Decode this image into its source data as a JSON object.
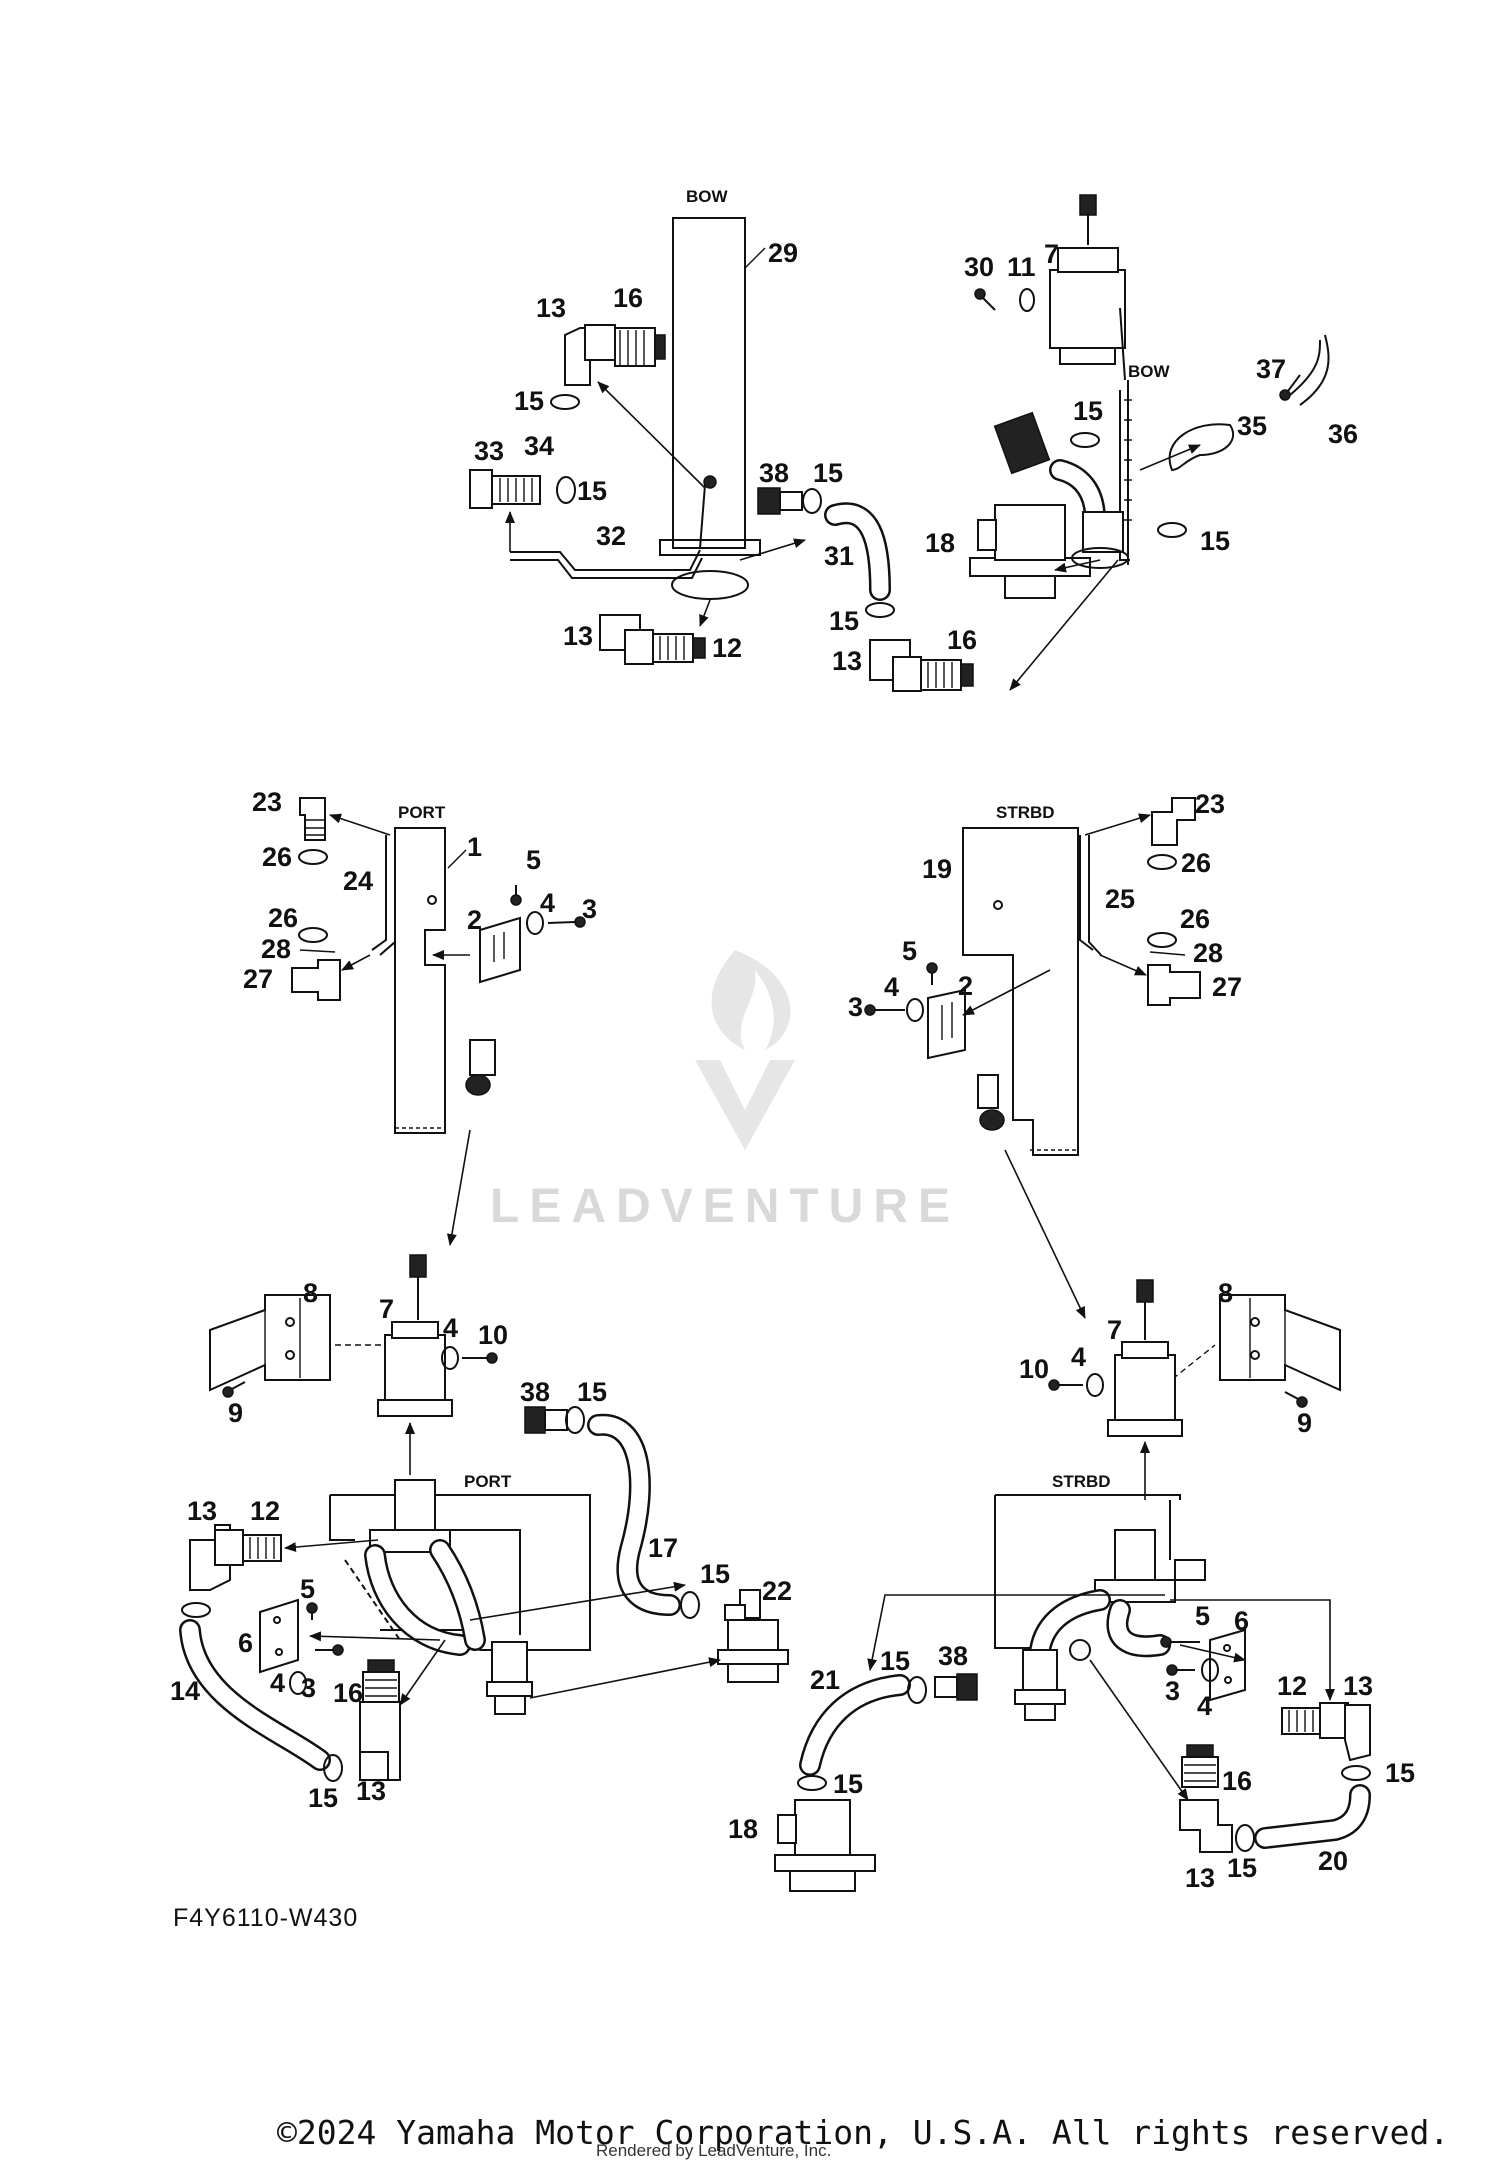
{
  "diagram": {
    "orientation_labels": {
      "bow_1": "BOW",
      "bow_2": "BOW",
      "port_1": "PORT",
      "strbd_1": "STRBD",
      "port_2": "PORT",
      "strbd_2": "STRBD"
    },
    "callouts": {
      "c29": "29",
      "c13a": "13",
      "c16a": "16",
      "c15a": "15",
      "c33": "33",
      "c34": "34",
      "c15b": "15",
      "c38a": "38",
      "c15c": "15",
      "c32": "32",
      "c31": "31",
      "c15d": "15",
      "c13b": "13",
      "c12a": "12",
      "c30": "30",
      "c11": "11",
      "c7a": "7",
      "c37": "37",
      "c36": "36",
      "c15e": "15",
      "c35": "35",
      "c18a": "18",
      "c15f": "15",
      "c13c": "13",
      "c16b": "16",
      "c23a": "23",
      "c26a": "26",
      "c24": "24",
      "c1": "1",
      "c5a": "5",
      "c2a": "2",
      "c4a": "4",
      "c3a": "3",
      "c26b": "26",
      "c28a": "28",
      "c27a": "27",
      "c23b": "23",
      "c26c": "26",
      "c19": "19",
      "c25": "25",
      "c26d": "26",
      "c28b": "28",
      "c27b": "27",
      "c5b": "5",
      "c4b": "4",
      "c2b": "2",
      "c3b": "3",
      "c8a": "8",
      "c7b": "7",
      "c4c": "4",
      "c10a": "10",
      "c9a": "9",
      "c38b": "38",
      "c15g": "15",
      "c13d": "13",
      "c12b": "12",
      "c17": "17",
      "c15h": "15",
      "c22": "22",
      "c5c": "5",
      "c6a": "6",
      "c4d": "4",
      "c3c": "3",
      "c16c": "16",
      "c14": "14",
      "c15i": "15",
      "c13e": "13",
      "c8b": "8",
      "c10b": "10",
      "c4e": "4",
      "c7c": "7",
      "c9b": "9",
      "c5d": "5",
      "c6b": "6",
      "c3d": "3",
      "c4f": "4",
      "c21": "21",
      "c15j": "15",
      "c38c": "38",
      "c12c": "12",
      "c13f": "13",
      "c15k": "15",
      "c16d": "16",
      "c18b": "18",
      "c15l": "15",
      "c13g": "13",
      "c15m": "15",
      "c20": "20"
    },
    "figure_code": "F4Y6110-W430",
    "watermark": "LEADVENTURE",
    "copyright": "©2024 Yamaha Motor Corporation, U.S.A. All rights reserved.",
    "rendered_by": "Rendered by LeadVenture, Inc."
  }
}
